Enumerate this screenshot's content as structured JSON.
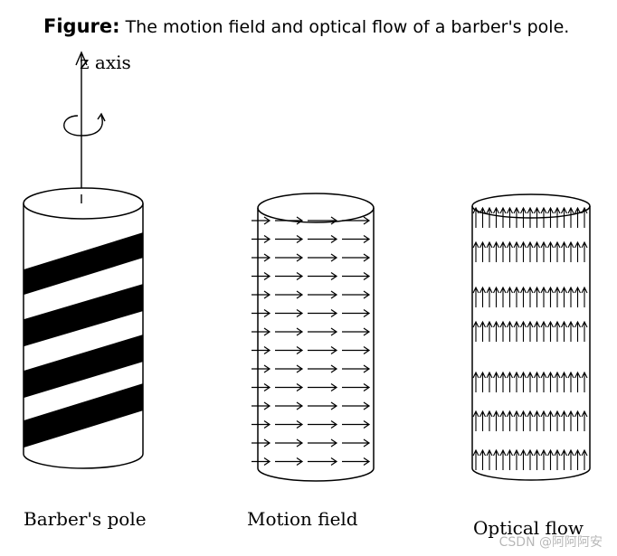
{
  "caption": {
    "prefix": "Figure:",
    "text": "The motion field and optical flow of a barber's pole."
  },
  "axis_label": "z axis",
  "panels": [
    {
      "label": "Barber's pole"
    },
    {
      "label": "Motion field"
    },
    {
      "label": "Optical flow"
    }
  ],
  "watermark": "CSDN @阿阿阿安"
}
